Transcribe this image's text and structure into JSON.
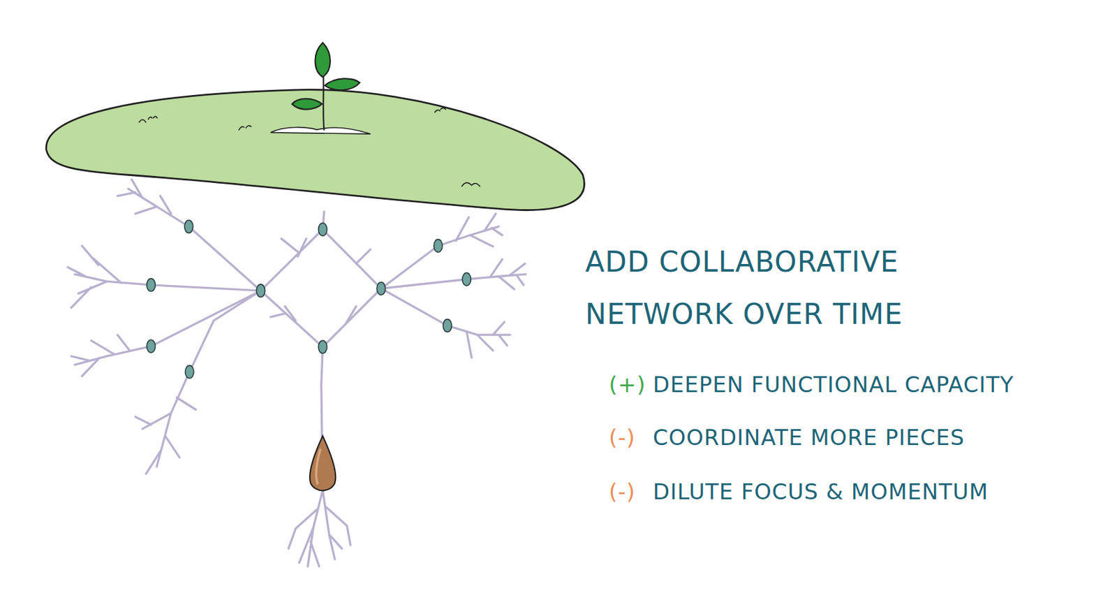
{
  "diagram": {
    "title": "ADD COLLABORATIVE NETWORK OVER TIME",
    "labels": [
      "(+)",
      "DEEPEN FUNCTIONAL CAPACITY",
      "(-)",
      "COORDINATE MORE PIECES",
      "(-)",
      "DILUTE FOCUS & MOMENTUM"
    ]
  }
}
